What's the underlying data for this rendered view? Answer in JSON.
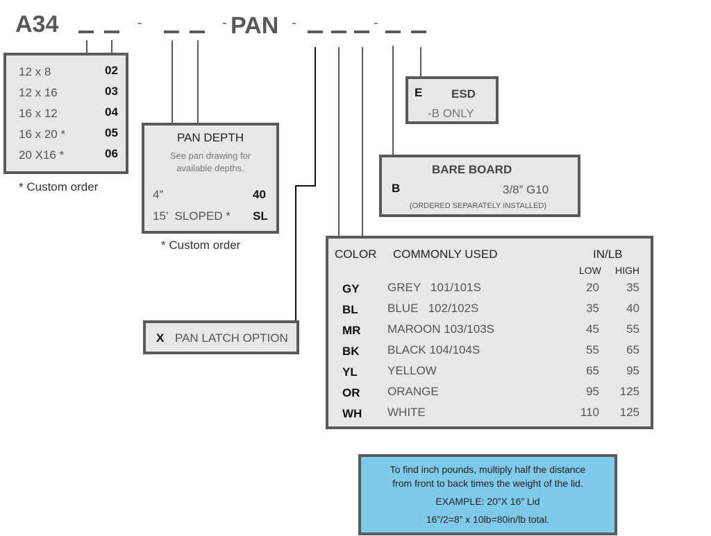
{
  "header": {
    "prefix": "A34",
    "blank": "_",
    "dash": "-",
    "pan": "PAN"
  },
  "size_box": {
    "rows": [
      {
        "label": "12 x 8",
        "code": "02"
      },
      {
        "label": "12 x 16",
        "code": "03"
      },
      {
        "label": "16 x 12",
        "code": "04"
      },
      {
        "label": "16 x 20 *",
        "code": "05"
      },
      {
        "label": "20 X16 *",
        "code": "06"
      }
    ],
    "note": "* Custom order"
  },
  "depth_box": {
    "title": "PAN DEPTH",
    "subtitle_1": "See pan drawing for",
    "subtitle_2": "available depths.",
    "rows": [
      {
        "label": "4”",
        "code": "40"
      },
      {
        "label": "15’  SLOPED *",
        "code": "SL"
      }
    ],
    "note": "* Custom order"
  },
  "latch_box": {
    "code": "X",
    "label": "PAN LATCH OPTION"
  },
  "esd_box": {
    "code": "E",
    "title": "ESD",
    "sub": "-B ONLY"
  },
  "bare_box": {
    "title": "BARE BOARD",
    "code": "B",
    "value": "3/8” G10",
    "note": "(ORDERED SEPARATELY INSTALLED)"
  },
  "color_box": {
    "col_color": "COLOR",
    "col_common": "COMMONLY USED",
    "col_inlb": "IN/LB",
    "col_low": "LOW",
    "col_high": "HIGH",
    "rows": [
      {
        "code": "GY",
        "name": "GREY   101/101S",
        "low": "20",
        "high": "35"
      },
      {
        "code": "BL",
        "name": "BLUE   102/102S",
        "low": "35",
        "high": "40"
      },
      {
        "code": "MR",
        "name": "MAROON 103/103S",
        "low": "45",
        "high": "55"
      },
      {
        "code": "BK",
        "name": "BLACK 104/104S",
        "low": "55",
        "high": "65"
      },
      {
        "code": "YL",
        "name": "YELLOW",
        "low": "65",
        "high": "95"
      },
      {
        "code": "OR",
        "name": "ORANGE",
        "low": "95",
        "high": "125"
      },
      {
        "code": "WH",
        "name": "WHITE",
        "low": "110",
        "high": "125"
      }
    ]
  },
  "note_box": {
    "line1": "To find inch pounds, multiply half the distance",
    "line2": "from front to back times the weight of the lid.",
    "line3": "EXAMPLE:  20”X 16” Lid",
    "line4": "16”/2=8” x 10lb=80in/lb total."
  },
  "colors": {
    "box_fill": "#e6e7e8",
    "box_border": "#58595b",
    "note_fill": "#7fc9ea"
  }
}
